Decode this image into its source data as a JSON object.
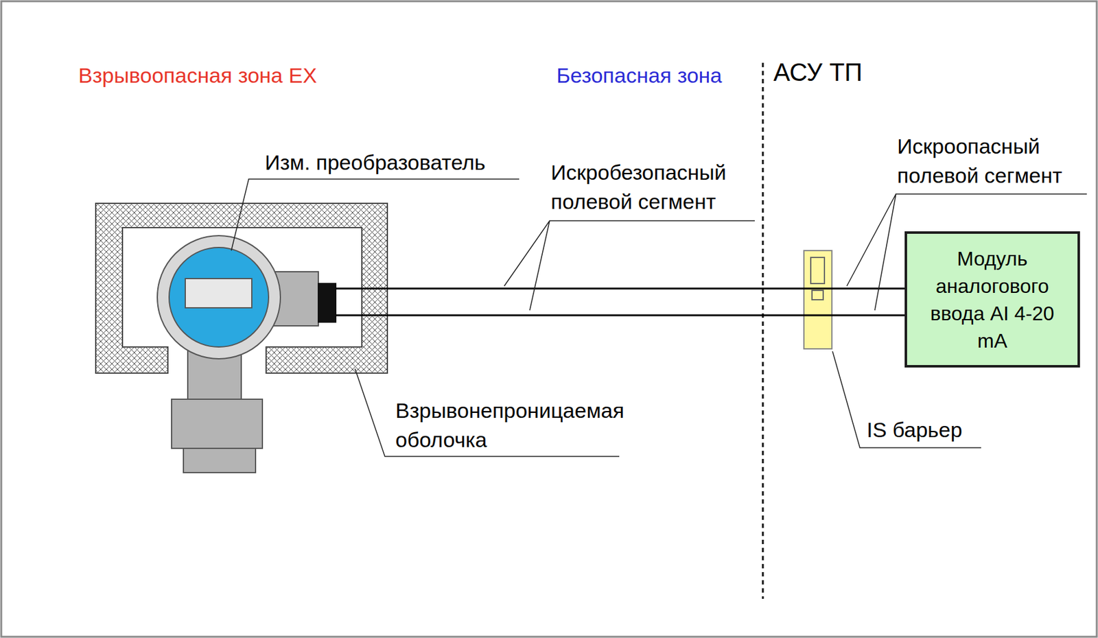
{
  "diagram": {
    "nodes": [
      {
        "text": [
          "Взрывоопасная зона EX"
        ]
      },
      {
        "text": [
          "Модуль аналогового ввода AI 4-20 mA"
        ]
      }
    ],
    "labels": [
      "Безопасная зона",
      "АСУ ТП",
      "Изм. преобразователь",
      "Искробезопасный полевой сегмент",
      "Искроопасный полевой сегмент",
      "Взрывонепроницаемая оболочка",
      "IS барьер"
    ]
  }
}
